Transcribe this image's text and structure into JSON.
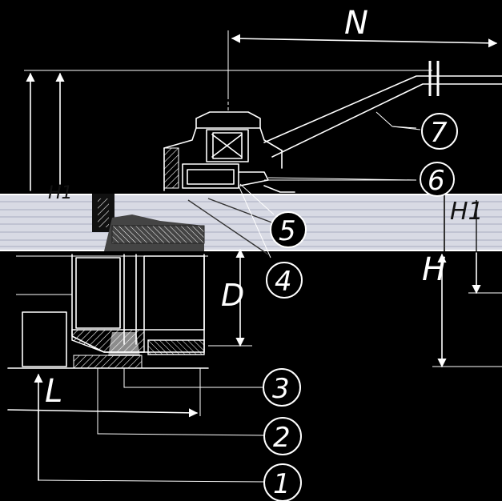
{
  "dimensions": {
    "N": "N",
    "H": "H",
    "H1": "H1",
    "D": "D",
    "L": "L"
  },
  "callouts": [
    "1",
    "2",
    "3",
    "4",
    "5",
    "6",
    "7"
  ],
  "colors": {
    "background": "#000000",
    "ink": "#ffffff",
    "pipe_band": "#d8dae4",
    "pipe_band_edge": "#a9acbf"
  }
}
